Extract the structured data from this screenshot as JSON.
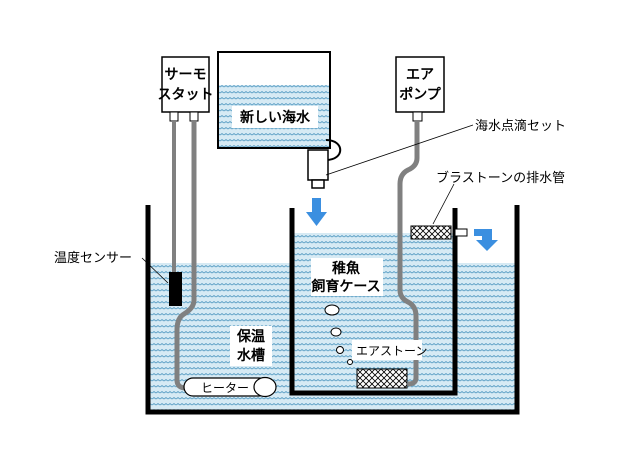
{
  "labels": {
    "thermostat_line1": "サーモ",
    "thermostat_line2": "スタット",
    "new_seawater": "新しい海水",
    "air_pump_line1": "エア",
    "air_pump_line2": "ポンプ",
    "drip_set": "海水点滴セット",
    "brush_drain": "ブラストーンの排水管",
    "temp_sensor": "温度センサー",
    "fry_case_line1": "稚魚",
    "fry_case_line2": "飼育ケース",
    "warm_tank_line1": "保温",
    "warm_tank_line2": "水槽",
    "air_stone": "エアストーン",
    "heater": "ヒーター"
  },
  "colors": {
    "water": "#d4e8f2",
    "wave": "#5a9ec4",
    "arrow": "#3b8fe0",
    "cord": "#808080"
  }
}
